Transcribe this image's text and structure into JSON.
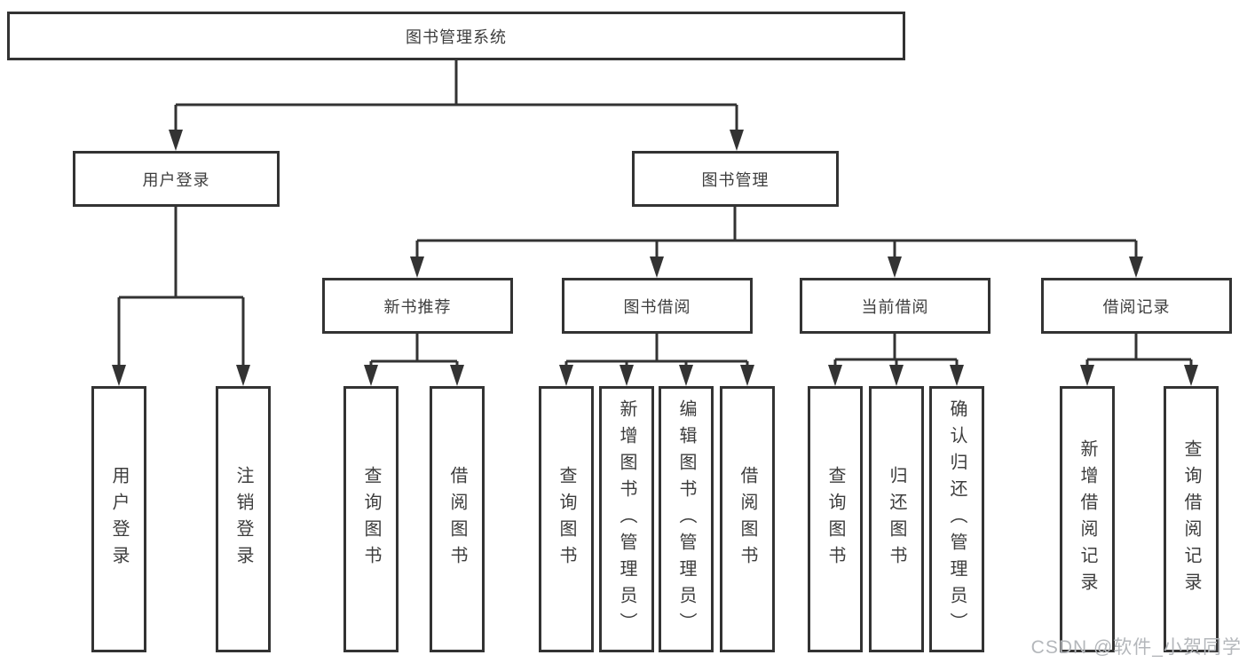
{
  "diagram": {
    "root": {
      "label": "图书管理系统"
    },
    "level2": [
      {
        "label": "用户登录"
      },
      {
        "label": "图书管理"
      }
    ],
    "level3": [
      {
        "label": "新书推荐"
      },
      {
        "label": "图书借阅"
      },
      {
        "label": "当前借阅"
      },
      {
        "label": "借阅记录"
      }
    ],
    "leaves": [
      {
        "label": "用户登录"
      },
      {
        "label": "注销登录"
      },
      {
        "label": "查询图书"
      },
      {
        "label": "借阅图书"
      },
      {
        "label": "查询图书"
      },
      {
        "label": "新增图书（管理员）"
      },
      {
        "label": "编辑图书（管理员）"
      },
      {
        "label": "借阅图书"
      },
      {
        "label": "查询图书"
      },
      {
        "label": "归还图书"
      },
      {
        "label": "确认归还（管理员）"
      },
      {
        "label": "新增借阅记录"
      },
      {
        "label": "查询借阅记录"
      }
    ]
  },
  "watermark": {
    "text": "CSDN @软件_小贺同学"
  },
  "colors": {
    "line": "#333333",
    "border": "#333333",
    "fill": "#ffffff",
    "text": "#3d3d3d",
    "watermark": "#b4b7bb",
    "background": "#ffffff"
  }
}
